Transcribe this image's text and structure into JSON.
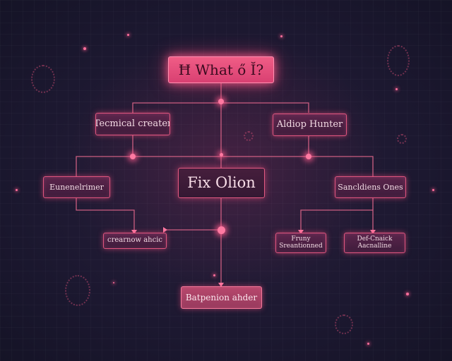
{
  "diagram": {
    "root": "Ħ What ő Ĭ?",
    "left_branch": "Tecmical creater",
    "right_branch": "Aldiop Hunter",
    "center": "Fix Olion",
    "left_side": "Eunenelrimer",
    "right_side": "Sancldiens Ones",
    "left_leaf": "crearnow ahcic",
    "mid_leaf": "Fruny Sreantionned",
    "right_leaf": "Def-Cnaick Aacnalline",
    "bottom": "Batpenion ahder"
  },
  "colors": {
    "accent": "#f05d86",
    "wire": "#e86a8e",
    "background": "#1c1830"
  }
}
